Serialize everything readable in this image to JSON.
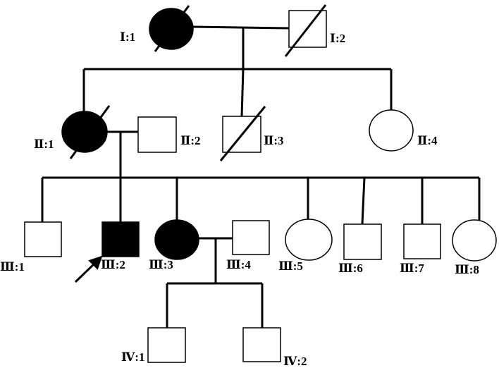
{
  "individuals": [
    {
      "id": "I:1",
      "label": "Ⅰ:1",
      "sex": "female",
      "affected": true,
      "deceased": true,
      "proband": false
    },
    {
      "id": "I:2",
      "label": "Ⅰ:2",
      "sex": "male",
      "affected": false,
      "deceased": true,
      "proband": false
    },
    {
      "id": "II:1",
      "label": "Ⅱ:1",
      "sex": "female",
      "affected": true,
      "deceased": true,
      "proband": false
    },
    {
      "id": "II:2",
      "label": "Ⅱ:2",
      "sex": "male",
      "affected": false,
      "deceased": false,
      "proband": false
    },
    {
      "id": "II:3",
      "label": "Ⅱ:3",
      "sex": "male",
      "affected": false,
      "deceased": true,
      "proband": false
    },
    {
      "id": "II:4",
      "label": "Ⅱ:4",
      "sex": "female",
      "affected": false,
      "deceased": false,
      "proband": false
    },
    {
      "id": "III:1",
      "label": "Ⅲ:1",
      "sex": "male",
      "affected": false,
      "deceased": false,
      "proband": false
    },
    {
      "id": "III:2",
      "label": "Ⅲ:2",
      "sex": "male",
      "affected": true,
      "deceased": false,
      "proband": true
    },
    {
      "id": "III:3",
      "label": "Ⅲ:3",
      "sex": "female",
      "affected": true,
      "deceased": false,
      "proband": false
    },
    {
      "id": "III:4",
      "label": "Ⅲ:4",
      "sex": "male",
      "affected": false,
      "deceased": false,
      "proband": false
    },
    {
      "id": "III:5",
      "label": "Ⅲ:5",
      "sex": "female",
      "affected": false,
      "deceased": false,
      "proband": false
    },
    {
      "id": "III:6",
      "label": "Ⅲ:6",
      "sex": "male",
      "affected": false,
      "deceased": false,
      "proband": false
    },
    {
      "id": "III:7",
      "label": "Ⅲ:7",
      "sex": "male",
      "affected": false,
      "deceased": false,
      "proband": false
    },
    {
      "id": "III:8",
      "label": "Ⅲ:8",
      "sex": "female",
      "affected": false,
      "deceased": false,
      "proband": false
    },
    {
      "id": "IV:1",
      "label": "Ⅳ:1",
      "sex": "male",
      "affected": false,
      "deceased": false,
      "proband": false
    },
    {
      "id": "IV:2",
      "label": "Ⅳ:2",
      "sex": "male",
      "affected": false,
      "deceased": false,
      "proband": false
    }
  ]
}
